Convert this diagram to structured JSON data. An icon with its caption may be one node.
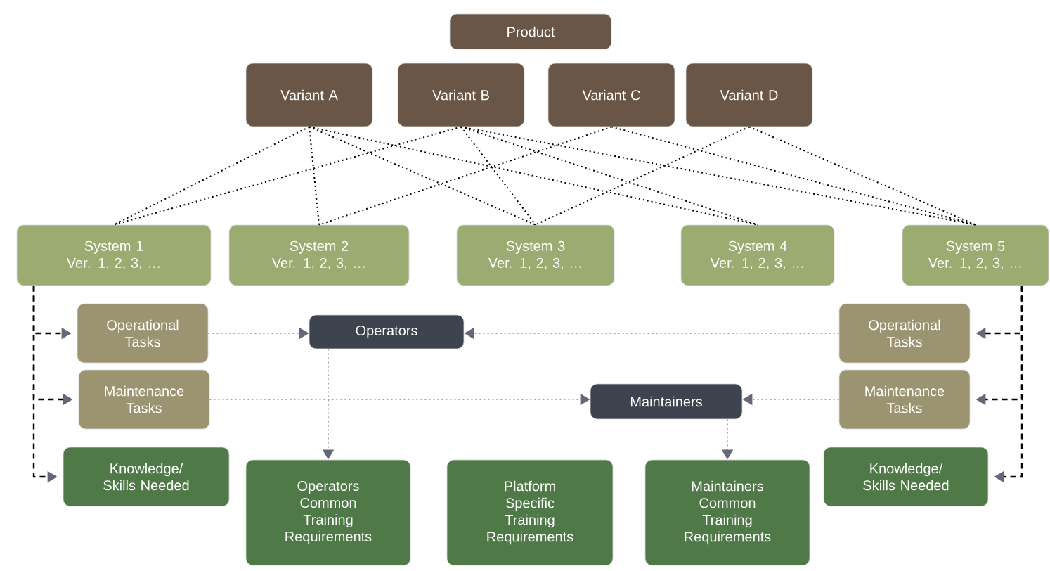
{
  "diagram": {
    "nodes": [
      {
        "text": [
          "Product"
        ]
      },
      {
        "text": [
          "Variant A"
        ]
      },
      {
        "text": [
          "Variant B"
        ]
      },
      {
        "text": [
          "Variant C"
        ]
      },
      {
        "text": [
          "Variant D"
        ]
      },
      {
        "text": [
          "System 1",
          "Ver. 1, 2, 3, …"
        ]
      },
      {
        "text": [
          "System 2",
          "Ver. 1, 2, 3, …"
        ]
      },
      {
        "text": [
          "System 3",
          "Ver. 1, 2, 3, …"
        ]
      },
      {
        "text": [
          "System 4",
          "Ver. 1, 2, 3, …"
        ]
      },
      {
        "text": [
          "System 5",
          "Ver. 1, 2, 3, …"
        ]
      },
      {
        "text": [
          "Operational Tasks"
        ]
      },
      {
        "text": [
          "Operators"
        ]
      },
      {
        "text": [
          "Operational Tasks"
        ]
      },
      {
        "text": [
          "Maintenance Tasks"
        ]
      },
      {
        "text": [
          "Maintainers"
        ]
      },
      {
        "text": [
          "Maintenance Tasks"
        ]
      },
      {
        "text": [
          "Knowledge/ Skills Needed"
        ]
      },
      {
        "text": [
          "Operators Common Training Requirements"
        ]
      },
      {
        "text": [
          "Platform Specific Training Requirements"
        ]
      },
      {
        "text": [
          "Maintainers Common Training Requirements"
        ]
      },
      {
        "text": [
          "Knowledge/ Skills Needed"
        ]
      }
    ],
    "edges": [
      {
        "from": 1,
        "to": 5,
        "arrow": "none"
      },
      {
        "from": 1,
        "to": 6,
        "arrow": "none"
      },
      {
        "from": 1,
        "to": 7,
        "arrow": "none"
      },
      {
        "from": 1,
        "to": 8,
        "arrow": "none"
      },
      {
        "from": 2,
        "to": 5,
        "arrow": "none"
      },
      {
        "from": 2,
        "to": 7,
        "arrow": "none"
      },
      {
        "from": 2,
        "to": 8,
        "arrow": "none"
      },
      {
        "from": 2,
        "to": 9,
        "arrow": "none"
      },
      {
        "from": 3,
        "to": 6,
        "arrow": "none"
      },
      {
        "from": 3,
        "to": 9,
        "arrow": "none"
      },
      {
        "from": 4,
        "to": 7,
        "arrow": "none"
      },
      {
        "from": 4,
        "to": 9,
        "arrow": "none"
      },
      {
        "from": 5,
        "to": 10,
        "arrow": "to",
        "style": "dashed"
      },
      {
        "from": 5,
        "to": 13,
        "arrow": "to",
        "style": "dashed"
      },
      {
        "from": 5,
        "to": 16,
        "arrow": "to",
        "style": "dashed"
      },
      {
        "from": 9,
        "to": 12,
        "arrow": "to",
        "style": "dashed"
      },
      {
        "from": 9,
        "to": 15,
        "arrow": "to",
        "style": "dashed"
      },
      {
        "from": 9,
        "to": 20,
        "arrow": "to",
        "style": "dashed"
      },
      {
        "from": 10,
        "to": 11,
        "arrow": "to",
        "color": "#a0a0a0"
      },
      {
        "from": 12,
        "to": 11,
        "arrow": "to",
        "color": "#a0a0a0"
      },
      {
        "from": 13,
        "to": 14,
        "arrow": "to",
        "color": "#a0a0a0"
      },
      {
        "from": 15,
        "to": 14,
        "arrow": "to",
        "color": "#a0a0a0"
      },
      {
        "from": 11,
        "to": 17,
        "arrow": "to",
        "color": "#a0a0a0"
      },
      {
        "from": 14,
        "to": 19,
        "arrow": "to",
        "color": "#a0a0a0"
      }
    ]
  }
}
